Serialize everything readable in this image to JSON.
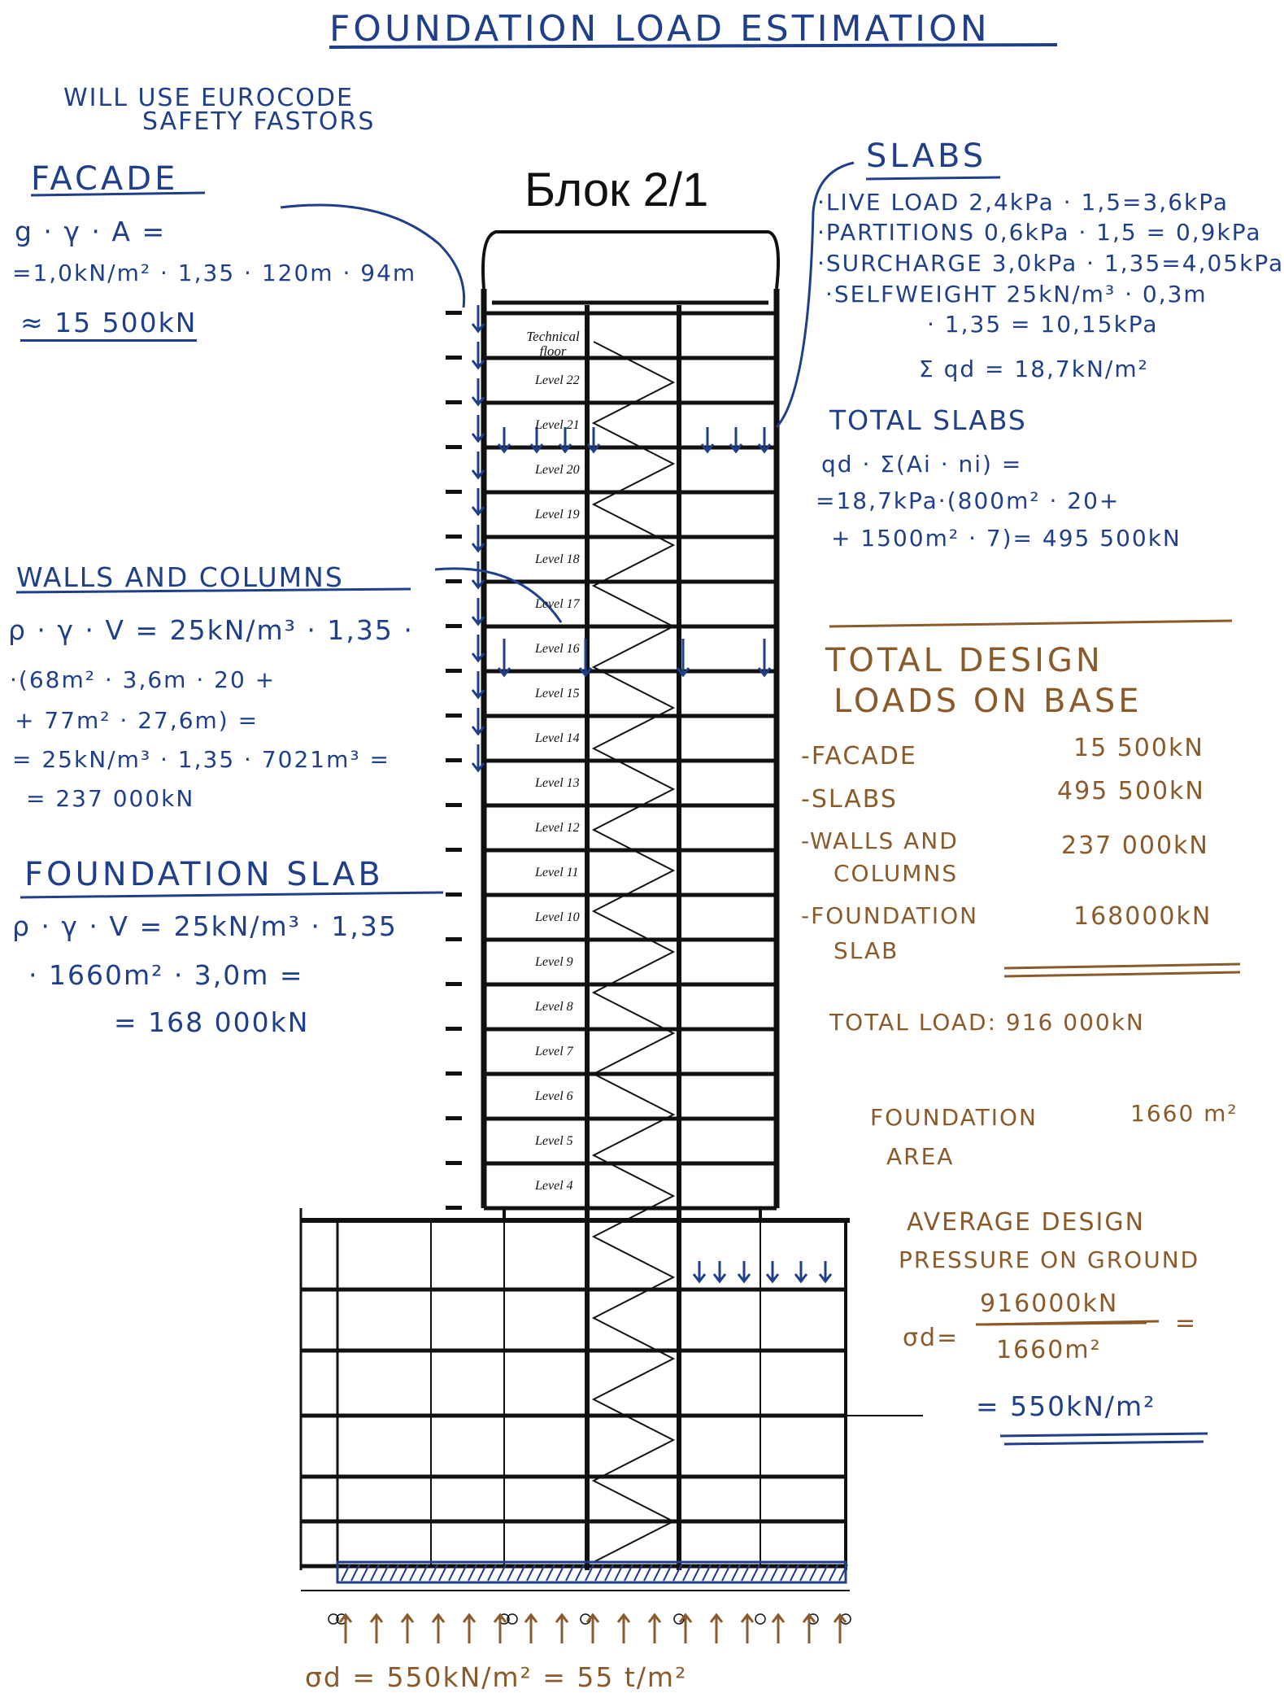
{
  "title": "FOUNDATION LOAD ESTIMATION",
  "note": [
    "WILL USE EUROCODE",
    "SAFETY FASTORS"
  ],
  "drawing": {
    "block_label": "Блок 2/1",
    "technical_floor": "Technical floor",
    "levels": [
      "Level 22",
      "Level 21",
      "Level 20",
      "Level 19",
      "Level 18",
      "Level 17",
      "Level 16",
      "Level 15",
      "Level 14",
      "Level 13",
      "Level 12",
      "Level 11",
      "Level 10",
      "Level 9",
      "Level 8",
      "Level 7",
      "Level 6",
      "Level 5",
      "Level 4"
    ]
  },
  "facade": {
    "heading": "FACADE",
    "lines": [
      "g · γ · A =",
      "=1,0kN/m² · 1,35 · 120m · 94m",
      "≈ 15 500kN"
    ]
  },
  "slabs": {
    "heading": "SLABS",
    "lines": [
      "·LIVE LOAD 2,4kPa · 1,5=3,6kPa",
      "·PARTITIONS 0,6kPa · 1,5 = 0,9kPa",
      "·SURCHARGE 3,0kPa · 1,35=4,05kPa",
      "·SELFWEIGHT 25kN/m³ · 0,3m",
      "· 1,35 = 10,15kPa",
      "Σ qd = 18,7kN/m²"
    ]
  },
  "total_slabs": {
    "heading": "TOTAL SLABS",
    "lines": [
      "qd · Σ(Ai · ni) =",
      "=18,7kPa·(800m² · 20+",
      "+ 1500m² · 7)= 495 500kN"
    ]
  },
  "walls": {
    "heading": "WALLS AND COLUMNS",
    "lines": [
      "ρ · γ · V = 25kN/m³ · 1,35 ·",
      "·(68m² · 3,6m · 20 +",
      "+ 77m² · 27,6m) =",
      "= 25kN/m³ · 1,35 · 7021m³ =",
      "= 237 000kN"
    ]
  },
  "foundation_slab": {
    "heading": "FOUNDATION SLAB",
    "lines": [
      "ρ · γ · V = 25kN/m³ · 1,35",
      "· 1660m² · 3,0m =",
      "= 168 000kN"
    ]
  },
  "totals": {
    "heading": [
      "TOTAL DESIGN",
      "LOADS ON BASE"
    ],
    "items": [
      {
        "label": "-FACADE",
        "value": "15 500kN"
      },
      {
        "label": "-SLABS",
        "value": "495 500kN"
      },
      {
        "label": "-WALLS AND",
        "label2": "COLUMNS",
        "value": "237 000kN"
      },
      {
        "label": "-FOUNDATION",
        "label2": "SLAB",
        "value": "168000kN"
      }
    ],
    "total": "TOTAL LOAD: 916 000kN",
    "area_label": [
      "FOUNDATION",
      "AREA"
    ],
    "area_value": "1660 m²",
    "avg_heading": [
      "AVERAGE DESIGN",
      "PRESSURE ON GROUND"
    ],
    "sigma": "σd=",
    "numerator": "916000kN",
    "denominator": "1660m²",
    "eq": "=",
    "result": "= 550kN/m²"
  },
  "bottom_eq": "σd = 550kN/m² = 55 t/m²",
  "colors": {
    "blue": "#1f3f8a",
    "brown": "#8a5a2b",
    "drawing": "#111111"
  }
}
